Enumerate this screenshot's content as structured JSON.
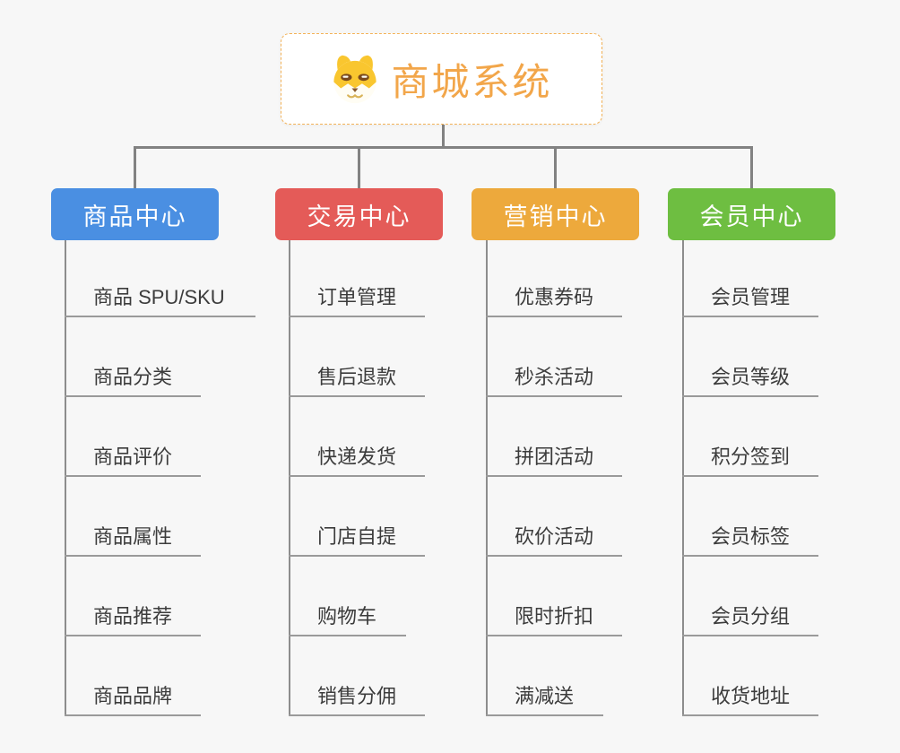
{
  "root": {
    "title": "商城系统",
    "icon": "shiba-dog-icon",
    "title_color": "#f2a64a"
  },
  "branches": [
    {
      "label": "商品中心",
      "color": "#4a8fe2",
      "children": [
        "商品 SPU/SKU",
        "商品分类",
        "商品评价",
        "商品属性",
        "商品推荐",
        "商品品牌"
      ]
    },
    {
      "label": "交易中心",
      "color": "#e45b58",
      "children": [
        "订单管理",
        "售后退款",
        "快递发货",
        "门店自提",
        "购物车",
        "销售分佣"
      ]
    },
    {
      "label": "营销中心",
      "color": "#eda93c",
      "children": [
        "优惠券码",
        "秒杀活动",
        "拼团活动",
        "砍价活动",
        "限时折扣",
        "满减送"
      ]
    },
    {
      "label": "会员中心",
      "color": "#6ebe41",
      "children": [
        "会员管理",
        "会员等级",
        "积分签到",
        "会员标签",
        "会员分组",
        "收货地址"
      ]
    }
  ],
  "colors": {
    "background": "#f7f7f7",
    "connector_line": "#828282",
    "leaf_underline": "#9a9a9a",
    "leaf_text": "#3c3c3c",
    "root_border": "#f3b257"
  }
}
